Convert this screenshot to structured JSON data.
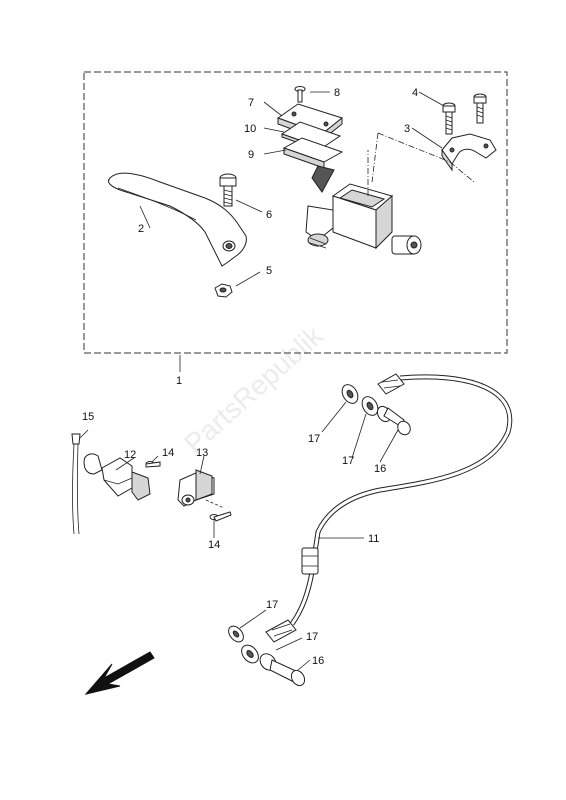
{
  "watermark": "PartsRepublik",
  "callouts": {
    "c1": "1",
    "c2": "2",
    "c3": "3",
    "c4": "4",
    "c5": "5",
    "c6": "6",
    "c7": "7",
    "c8": "8",
    "c9": "9",
    "c10": "10",
    "c11": "11",
    "c12": "12",
    "c13": "13",
    "c14a": "14",
    "c14b": "14",
    "c15": "15",
    "c16a": "16",
    "c16b": "16",
    "c17a": "17",
    "c17b": "17",
    "c17c": "17",
    "c17d": "17"
  }
}
